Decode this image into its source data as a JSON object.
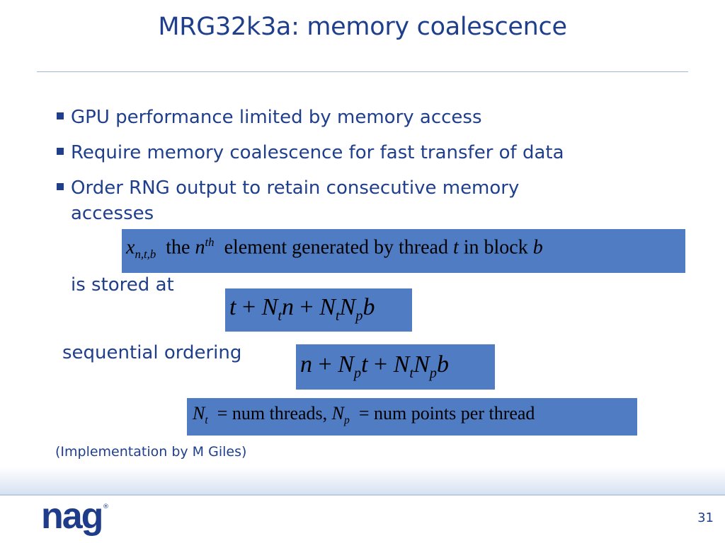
{
  "title": "MRG32k3a: memory coalescence",
  "bullets": [
    {
      "text": "GPU performance limited by memory access"
    },
    {
      "text": "Require memory coalescence for fast transfer of data"
    },
    {
      "text": "Order RNG output to retain consecutive memory",
      "cont": "accesses"
    }
  ],
  "eq1": {
    "var": "x",
    "sub": "n,t,b",
    "the": "the",
    "n": "n",
    "sup": "th",
    "rest": "element generated by thread",
    "t": "t",
    "inblock": "in block",
    "b": "b"
  },
  "stored_label": "is stored at",
  "eq2": {
    "t": "t",
    "plus": "+",
    "N": "N",
    "sub_t": "t",
    "n": "n",
    "sub_p": "p",
    "b": "b"
  },
  "sequential_label": "sequential ordering",
  "eq3": {
    "n": "n",
    "plus": "+",
    "N": "N",
    "sub_p": "p",
    "t": "t",
    "sub_t": "t",
    "b": "b"
  },
  "eq4": {
    "N": "N",
    "sub_t": "t",
    "eq": "=",
    "threads": "num threads,",
    "sub_p": "p",
    "points": "num points per thread"
  },
  "implementation_note": "(Implementation by M Giles)",
  "logo": {
    "text": "nag",
    "reg": "®"
  },
  "page_number": "31"
}
